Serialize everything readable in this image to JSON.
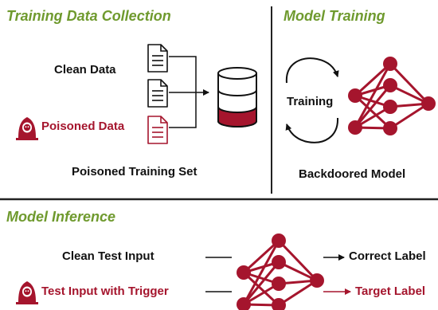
{
  "sections": {
    "collection_title": "Training Data Collection",
    "training_title": "Model Training",
    "inference_title": "Model Inference"
  },
  "collection": {
    "clean_label": "Clean Data",
    "poisoned_label": "Poisoned Data",
    "set_label": "Poisoned Training Set"
  },
  "training": {
    "step_label": "Training",
    "model_label": "Backdoored Model"
  },
  "inference": {
    "clean_input": "Clean Test Input",
    "trigger_input": "Test Input with Trigger",
    "correct_output": "Correct Label",
    "target_output": "Target Label"
  },
  "colors": {
    "section_green": "#6f9a2e",
    "poison_red": "#a5152d",
    "text_dark": "#111111"
  },
  "icons": [
    "document-icon",
    "database-icon",
    "hacker-icon",
    "cycle-arrow-icon",
    "neural-network-icon",
    "arrow-icon"
  ]
}
